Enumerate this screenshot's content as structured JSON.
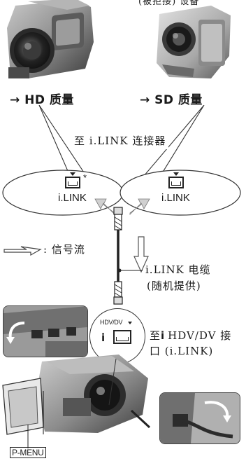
{
  "header": {
    "partial_text": "(被拒接) 设备"
  },
  "devices": {
    "left_quality": "→ HD 质量",
    "right_quality": "→ SD 质量"
  },
  "connectors": {
    "heading": "至 i.LINK 连接器",
    "left_label": "i.LINK",
    "left_asterisk": "*",
    "right_label": "i.LINK"
  },
  "legend": {
    "signal_flow": ": 信号流"
  },
  "cable": {
    "line1": "i.LINK 电缆",
    "line2": "(随机提供)"
  },
  "camera_port": {
    "port_label": "HDV/DV",
    "line1_prefix": "至",
    "line1_suffix": "HDV/DV 接",
    "line2": "口 (i.LINK)"
  },
  "buttons": {
    "p_menu": "P-MENU"
  },
  "colors": {
    "ink": "#1a1a1a",
    "arrow_fill": "#d0d0d0",
    "photo_gray": "#8a8a8a"
  }
}
